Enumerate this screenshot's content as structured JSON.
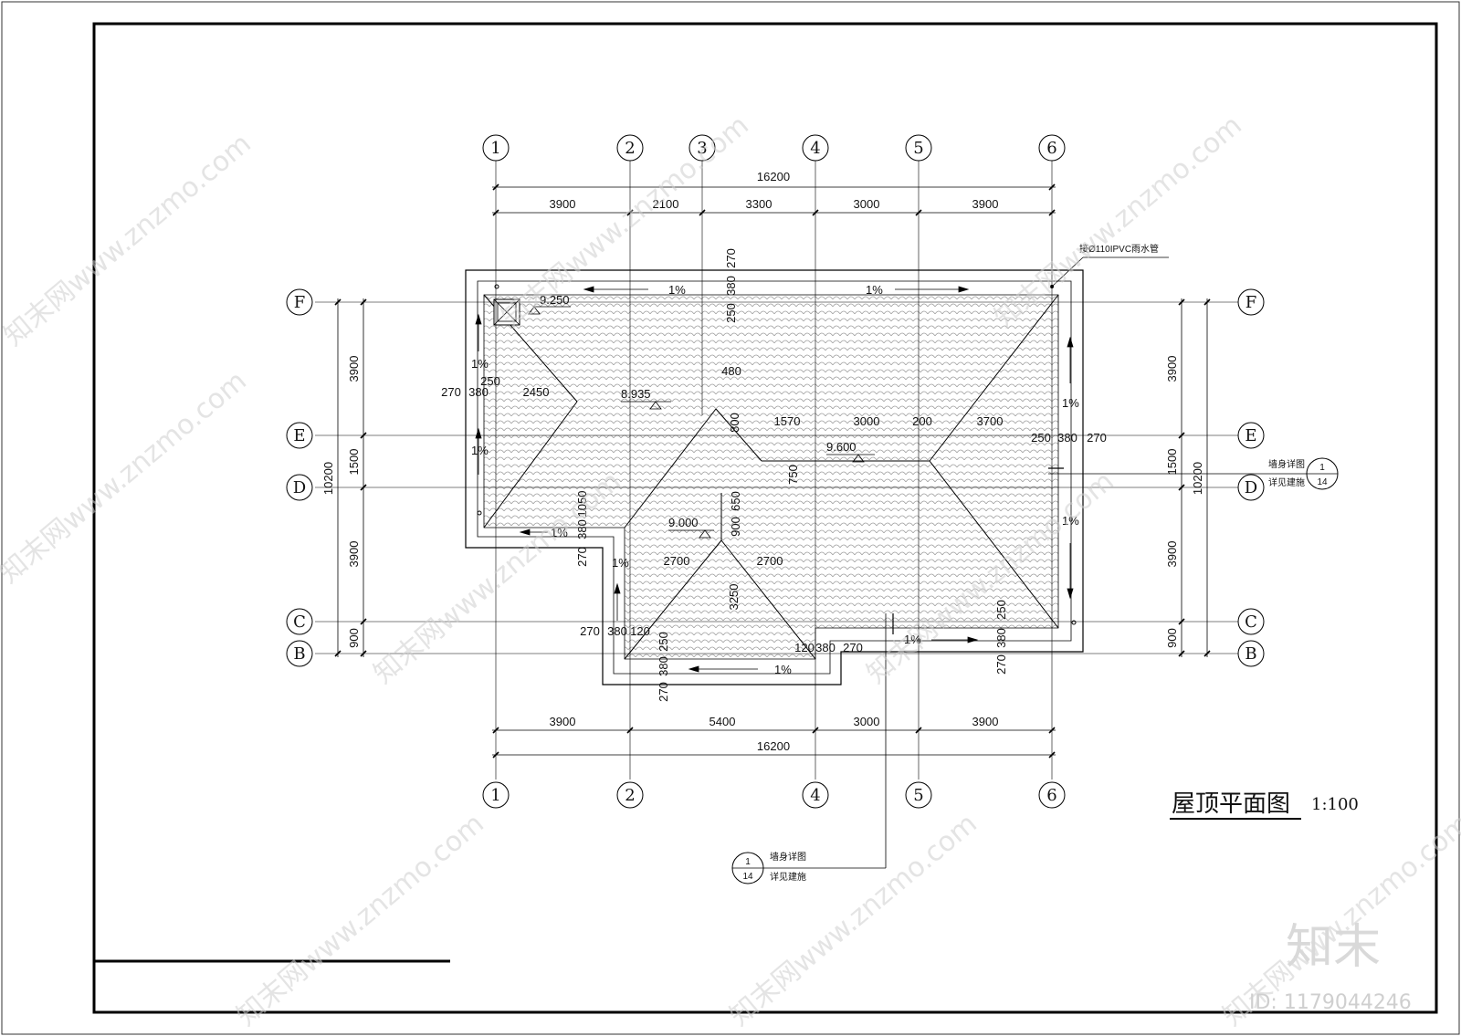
{
  "drawing": {
    "title": "屋顶平面图",
    "scale": "1:100"
  },
  "axes": {
    "top": [
      "1",
      "2",
      "3",
      "4",
      "5",
      "6"
    ],
    "bottom": [
      "1",
      "2",
      "4",
      "5",
      "6"
    ],
    "left": [
      "F",
      "E",
      "D",
      "C",
      "B"
    ],
    "right": [
      "F",
      "E",
      "D",
      "C",
      "B"
    ]
  },
  "dims": {
    "top_total": "16200",
    "top_spans": [
      "3900",
      "2100",
      "3300",
      "3000",
      "3900"
    ],
    "bottom_spans": [
      "3900",
      "5400",
      "3000",
      "3900"
    ],
    "bottom_total": "16200",
    "left_spans": [
      "3900",
      "1500",
      "3900",
      "900"
    ],
    "left_total": "10200",
    "right_spans": [
      "3900",
      "1500",
      "3900",
      "900"
    ],
    "right_total": "10200"
  },
  "roof_dims": {
    "d270a": "270",
    "d380a": "380",
    "d250a": "250",
    "d270b": "270",
    "d380b": "380",
    "d250b": "250",
    "d2450": "2450",
    "d480": "480",
    "d800": "800",
    "d1570": "1570",
    "d3000": "3000",
    "d200": "200",
    "d3700": "3700",
    "d250c": "250",
    "d380c": "380",
    "d270c": "270",
    "d750": "750",
    "d1050": "1050",
    "d380d": "380",
    "d270d": "270",
    "d650": "650",
    "d900": "900",
    "d2700a": "2700",
    "d2700b": "2700",
    "d3250": "3250",
    "d270e": "270",
    "d380e": "380",
    "d120a": "120",
    "d250e": "250",
    "d120b": "120",
    "d380f": "380",
    "d270f": "270",
    "d380g": "380",
    "d270g": "270",
    "d250f": "250",
    "d380h": "380",
    "d270h": "270"
  },
  "elevations": {
    "e1": "9.250",
    "e2": "8.935",
    "e3": "9.600",
    "e4": "9.000"
  },
  "slopes": {
    "s1": "1%",
    "s2": "1%",
    "s3": "1%",
    "s4": "1%",
    "s5": "1%",
    "s6": "1%",
    "s7": "1%",
    "s8": "1%",
    "s9": "1%",
    "s10": "1%"
  },
  "notes": {
    "downpipe": "接Ø110IPVC雨水管",
    "detail_title": "墙身详图",
    "detail_ref": "详见建施",
    "detail_num": "1",
    "detail_sheet": "14"
  },
  "watermark": {
    "text": "知末网www.znzmo.com",
    "brand": "知末",
    "id": "ID: 1179044246"
  }
}
